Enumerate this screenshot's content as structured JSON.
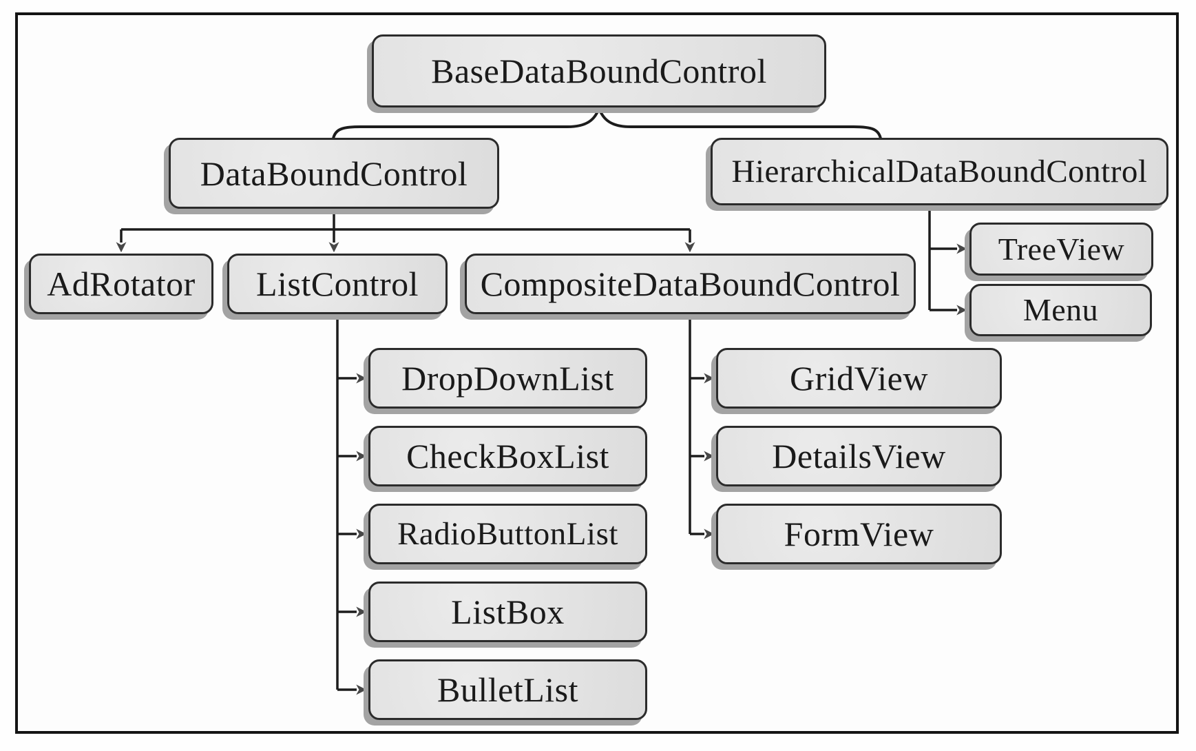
{
  "diagram": {
    "description": "Class hierarchy of ASP.NET data-bound controls",
    "nodes": {
      "base_data_bound_control": {
        "label": "BaseDataBoundControl"
      },
      "data_bound_control": {
        "label": "DataBoundControl"
      },
      "hierarchical_data_bound_control": {
        "label": "HierarchicalDataBoundControl"
      },
      "ad_rotator": {
        "label": "AdRotator"
      },
      "list_control": {
        "label": "ListControl"
      },
      "composite_data_bound_control": {
        "label": "CompositeDataBoundControl"
      },
      "tree_view": {
        "label": "TreeView"
      },
      "menu": {
        "label": "Menu"
      },
      "drop_down_list": {
        "label": "DropDownList"
      },
      "check_box_list": {
        "label": "CheckBoxList"
      },
      "radio_button_list": {
        "label": "RadioButtonList"
      },
      "list_box": {
        "label": "ListBox"
      },
      "bullet_list": {
        "label": "BulletList"
      },
      "grid_view": {
        "label": "GridView"
      },
      "details_view": {
        "label": "DetailsView"
      },
      "form_view": {
        "label": "FormView"
      }
    },
    "edges": [
      [
        "BaseDataBoundControl",
        "DataBoundControl"
      ],
      [
        "BaseDataBoundControl",
        "HierarchicalDataBoundControl"
      ],
      [
        "DataBoundControl",
        "AdRotator"
      ],
      [
        "DataBoundControl",
        "ListControl"
      ],
      [
        "DataBoundControl",
        "CompositeDataBoundControl"
      ],
      [
        "HierarchicalDataBoundControl",
        "TreeView"
      ],
      [
        "HierarchicalDataBoundControl",
        "Menu"
      ],
      [
        "ListControl",
        "DropDownList"
      ],
      [
        "ListControl",
        "CheckBoxList"
      ],
      [
        "ListControl",
        "RadioButtonList"
      ],
      [
        "ListControl",
        "ListBox"
      ],
      [
        "ListControl",
        "BulletList"
      ],
      [
        "CompositeDataBoundControl",
        "GridView"
      ],
      [
        "CompositeDataBoundControl",
        "DetailsView"
      ],
      [
        "CompositeDataBoundControl",
        "FormView"
      ]
    ],
    "colors": {
      "background": "#fdfdfd",
      "frame_border": "#141414",
      "box_fill": "#e4e4e4",
      "box_border": "#2b2b2b",
      "box_shadow": "#a3a3a3",
      "line": "#1c1c1c",
      "arrowhead": "#474747",
      "text": "#1a1a1a"
    }
  }
}
